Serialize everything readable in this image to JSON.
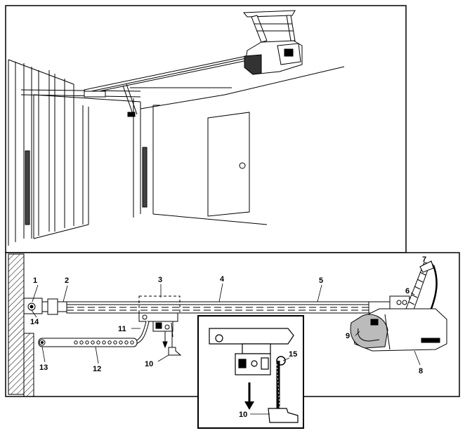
{
  "callouts": {
    "c1": "1",
    "c2": "2",
    "c3": "3",
    "c4": "4",
    "c5": "5",
    "c6": "6",
    "c7": "7",
    "c8": "8",
    "c9": "9",
    "c10": "10",
    "c10b": "10",
    "c11": "11",
    "c12": "12",
    "c13": "13",
    "c14": "14",
    "c15": "15"
  }
}
